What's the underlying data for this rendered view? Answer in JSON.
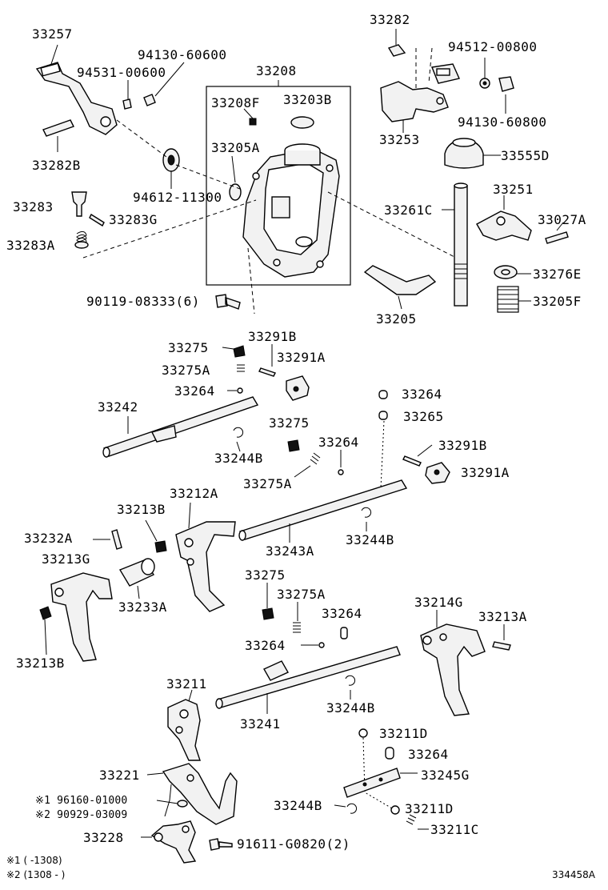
{
  "parts": {
    "p33257": "33257",
    "p94130_60600": "94130-60600",
    "p94531_00600": "94531-00600",
    "p33208": "33208",
    "p33208F": "33208F",
    "p33203B": "33203B",
    "p33282B": "33282B",
    "p33205A": "33205A",
    "p94612_11300": "94612-11300",
    "p33283": "33283",
    "p33283G": "33283G",
    "p33283A": "33283A",
    "p90119_08333": "90119-08333(6)",
    "p33282": "33282",
    "p94512_00800": "94512-00800",
    "p33253": "33253",
    "p94130_60800": "94130-60800",
    "p33555D": "33555D",
    "p33251": "33251",
    "p33261C": "33261C",
    "p33027A": "33027A",
    "p33276E": "33276E",
    "p33205F": "33205F",
    "p33205": "33205",
    "p33275_a": "33275",
    "p33291B_a": "33291B",
    "p33291A_a": "33291A",
    "p33275A_a": "33275A",
    "p33264_a": "33264",
    "p33242": "33242",
    "p33275_b": "33275",
    "p33244B_a": "33244B",
    "p33264_b": "33264",
    "p33275A_b": "33275A",
    "p33264_c": "33264",
    "p33265": "33265",
    "p33291B_b": "33291B",
    "p33291A_b": "33291A",
    "p33212A": "33212A",
    "p33213B_a": "33213B",
    "p33232A": "33232A",
    "p33213G": "33213G",
    "p33243A": "33243A",
    "p33244B_b": "33244B",
    "p33233A": "33233A",
    "p33213B_b": "33213B",
    "p33275_c": "33275",
    "p33275A_c": "33275A",
    "p33264_d": "33264",
    "p33264_e": "33264",
    "p33214G": "33214G",
    "p33213A": "33213A",
    "p33211": "33211",
    "p33241": "33241",
    "p33244B_c": "33244B",
    "p33211D_a": "33211D",
    "p33264_f": "33264",
    "p33221": "33221",
    "p33245G": "33245G",
    "p196160": "※1 96160-01000",
    "p290929": "※2 90929-03009",
    "p33244B_d": "33244B",
    "p33211D_b": "33211D",
    "p33211C": "33211C",
    "p33228": "33228",
    "p91611": "91611-G0820(2)"
  },
  "notes": {
    "note1": "※1 (      -1308)",
    "note2": "※2 (1308 -      )"
  },
  "catalog_number": "334458A"
}
